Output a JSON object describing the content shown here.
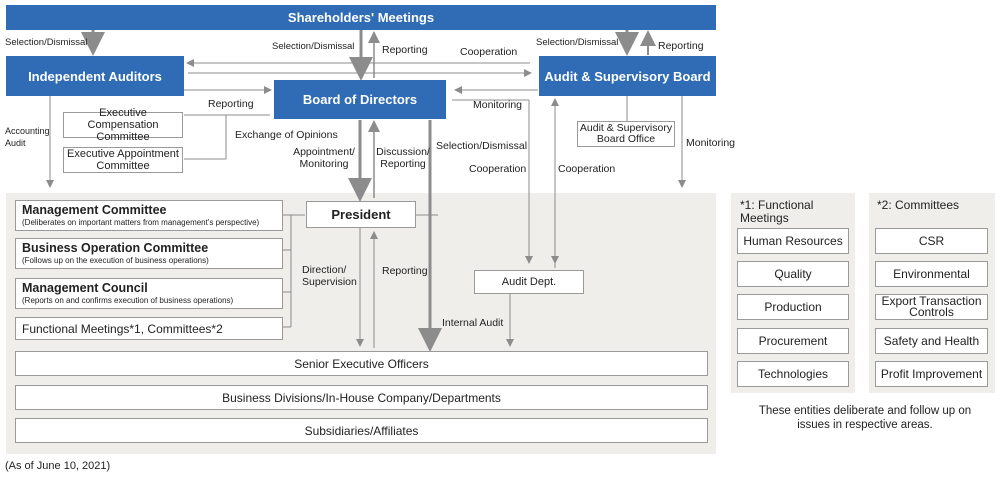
{
  "top": {
    "shareholders": "Shareholders' Meetings",
    "independent_auditors": "Independent Auditors",
    "board_of_directors": "Board of Directors",
    "audit_board": "Audit & Supervisory Board",
    "audit_board_office": "Audit & Supervisory Board Office",
    "exec_comp": "Executive Compensation Committee",
    "exec_appt": "Executive Appointment Committee"
  },
  "labels": {
    "sel_dis_left": "Selection/Dismissal",
    "sel_dis_center": "Selection/Dismissal",
    "reporting_center": "Reporting",
    "cooperation_top": "Cooperation",
    "sel_dis_right": "Selection/Dismissal",
    "reporting_right": "Reporting",
    "reporting_auditors": "Reporting",
    "monitoring_board": "Monitoring",
    "accounting_audit": "Accounting Audit",
    "exchange_opinions": "Exchange of Opinions",
    "appointment_monitoring": "Appointment/ Monitoring",
    "discussion_reporting": "Discussion/ Reporting",
    "sel_dis_audit": "Selection/Dismissal",
    "cooperation_left": "Cooperation",
    "cooperation_right": "Cooperation",
    "monitoring_right": "Monitoring",
    "direction_supervision": "Direction/ Supervision",
    "reporting_lower": "Reporting",
    "internal_audit": "Internal Audit"
  },
  "management": {
    "president": "President",
    "audit_dept": "Audit Dept.",
    "mgmt_committee_title": "Management Committee",
    "mgmt_committee_desc": "(Deliberates on important matters from management's perspective)",
    "bizop_title": "Business Operation Committee",
    "bizop_desc": "(Follows up on the execution of business operations)",
    "council_title": "Management Council",
    "council_desc": "(Reports on and confirms execution of business operations)",
    "functional": "Functional Meetings*1, Committees*2",
    "senior_officers": "Senior Executive Officers",
    "divisions": "Business Divisions/In-House Company/Departments",
    "subsidiaries": "Subsidiaries/Affiliates"
  },
  "side": {
    "functional_title": "*1: Functional Meetings",
    "functional_items": [
      "Human Resources",
      "Quality",
      "Production",
      "Procurement",
      "Technologies"
    ],
    "committees_title": "*2: Committees",
    "committees_items": [
      "CSR",
      "Environmental",
      "Export Transaction Controls",
      "Safety and Health",
      "Profit Improvement"
    ],
    "note": "These entities deliberate and follow up on issues in respective areas."
  },
  "footer": {
    "as_of": "(As of June 10, 2021)"
  },
  "colors": {
    "blue": "#2f6cb5",
    "panel": "#efeeea",
    "arrow": "#8c8c8c",
    "arrow_dark": "#6e6e6e"
  }
}
